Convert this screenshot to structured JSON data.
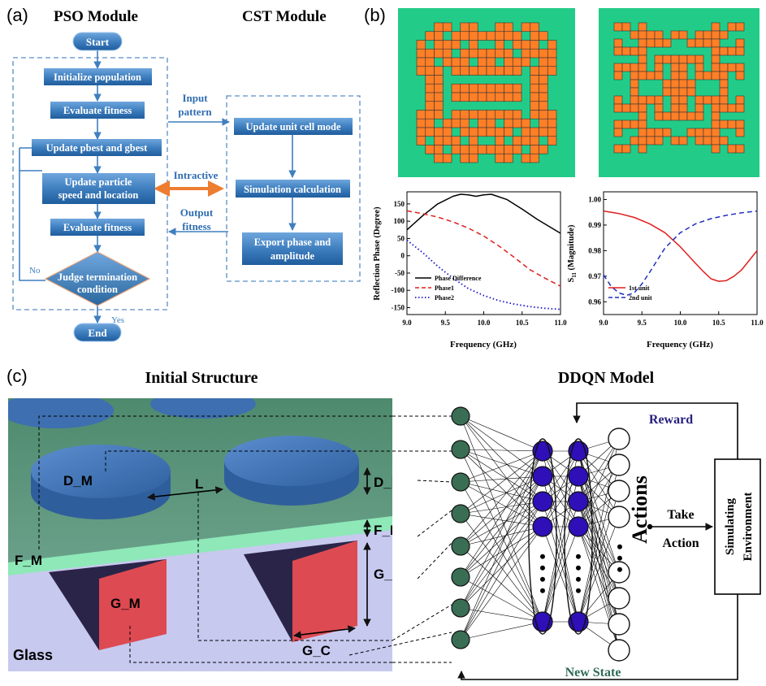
{
  "panel_labels": {
    "a": "(a)",
    "b": "(b)",
    "c": "(c)"
  },
  "pso": {
    "title": "PSO Module",
    "start": "Start",
    "init": "Initialize population",
    "eval1": "Evaluate fitness",
    "update_best": "Update pbest and gbest",
    "update_particle_1": "Update particle",
    "update_particle_2": "speed and location",
    "eval2": "Evaluate fitness",
    "judge_1": "Judge termination",
    "judge_2": "condition",
    "no": "No",
    "yes": "Yes",
    "end": "End"
  },
  "links": {
    "input_1": "Input",
    "input_2": "pattern",
    "interactive": "Intractive",
    "output_1": "Output",
    "output_2": "fitness"
  },
  "cst": {
    "title": "CST Module",
    "update_unit": "Update unit cell mode",
    "simulation": "Simulation calculation",
    "export_1": "Export phase and",
    "export_2": "amplitude"
  },
  "colors": {
    "flow_box": "#3f7fbf",
    "metal": "#ff7f27",
    "substrate": "#22cc88",
    "phase_diff": "#000000",
    "phase1": "#e01f1f",
    "phase2": "#1e1ecc",
    "unit1": "#e01f1f",
    "unit2": "#1e2fbf",
    "reward": "#27217f",
    "new_state": "#2f6b54",
    "input_node": "#3a6e54",
    "hidden_node": "#2f0fb8"
  },
  "chart_data": [
    {
      "type": "line",
      "xlabel": "Frequency (GHz)",
      "ylabel": "Reflection Phase (Degree)",
      "xlim": [
        9.0,
        11.0
      ],
      "ylim": [
        -170,
        185
      ],
      "xticks": [
        "9.0",
        "9.5",
        "10.0",
        "10.5",
        "11.0"
      ],
      "yticks": [
        "150",
        "100",
        "50",
        "0",
        "-50",
        "-100",
        "-150"
      ],
      "legend_position": "bottom-left",
      "series": [
        {
          "name": "Phase Difference",
          "style": "solid",
          "x": [
            9.0,
            9.2,
            9.4,
            9.6,
            9.7,
            9.8,
            9.9,
            10.0,
            10.1,
            10.3,
            10.5,
            10.7,
            11.0
          ],
          "y": [
            75,
            115,
            150,
            172,
            178,
            176,
            172,
            176,
            178,
            163,
            135,
            105,
            65
          ]
        },
        {
          "name": "Phase1",
          "style": "dashed",
          "x": [
            9.0,
            9.2,
            9.4,
            9.6,
            9.8,
            10.0,
            10.2,
            10.4,
            10.6,
            10.8,
            11.0
          ],
          "y": [
            130,
            122,
            112,
            98,
            80,
            57,
            28,
            -5,
            -40,
            -65,
            -88
          ]
        },
        {
          "name": "Phase2",
          "style": "dotted",
          "x": [
            9.0,
            9.2,
            9.4,
            9.6,
            9.8,
            10.0,
            10.2,
            10.4,
            10.6,
            10.8,
            11.0
          ],
          "y": [
            45,
            10,
            -30,
            -65,
            -95,
            -115,
            -130,
            -140,
            -147,
            -152,
            -155
          ]
        }
      ]
    },
    {
      "type": "line",
      "xlabel": "Frequency (GHz)",
      "ylabel_main": "S",
      "ylabel_sub": "11",
      "ylabel_rest": " (Magnitude)",
      "xlim": [
        9.0,
        11.0
      ],
      "ylim": [
        0.955,
        1.003
      ],
      "xticks": [
        "9.0",
        "9.5",
        "10.0",
        "10.5",
        "11.0"
      ],
      "yticks": [
        "1.00",
        "0.99",
        "0.98",
        "0.97",
        "0.96"
      ],
      "legend_position": "bottom-left",
      "series": [
        {
          "name": "1st unit",
          "style": "solid",
          "x": [
            9.0,
            9.2,
            9.4,
            9.6,
            9.8,
            10.0,
            10.2,
            10.3,
            10.4,
            10.5,
            10.6,
            10.7,
            10.8,
            11.0
          ],
          "y": [
            0.9955,
            0.9945,
            0.993,
            0.9905,
            0.987,
            0.9815,
            0.975,
            0.9718,
            0.969,
            0.968,
            0.9683,
            0.97,
            0.9725,
            0.98
          ]
        },
        {
          "name": "2nd unit",
          "style": "dashed",
          "x": [
            9.0,
            9.1,
            9.2,
            9.3,
            9.4,
            9.5,
            9.6,
            9.8,
            10.0,
            10.2,
            10.4,
            10.6,
            10.8,
            11.0
          ],
          "y": [
            0.9705,
            0.966,
            0.9635,
            0.9625,
            0.9635,
            0.967,
            0.9715,
            0.981,
            0.987,
            0.9905,
            0.9925,
            0.9938,
            0.9948,
            0.9955
          ]
        }
      ]
    }
  ],
  "structure": {
    "title": "Initial Structure",
    "d_m": "D_M",
    "l": "L",
    "d_h": "D_H",
    "f_h": "F_H",
    "f_m": "F_M",
    "g_h": "G_H",
    "g_m": "G_M",
    "g_c": "G_C",
    "glass": "Glass"
  },
  "ddqn": {
    "title": "DDQN Model",
    "reward": "Reward",
    "actions": "Actions",
    "take": "Take",
    "action": "Action",
    "env_1": "Simulating",
    "env_2": "Environment",
    "new_state": "New State",
    "dots": "•\n•\n•\n•"
  }
}
